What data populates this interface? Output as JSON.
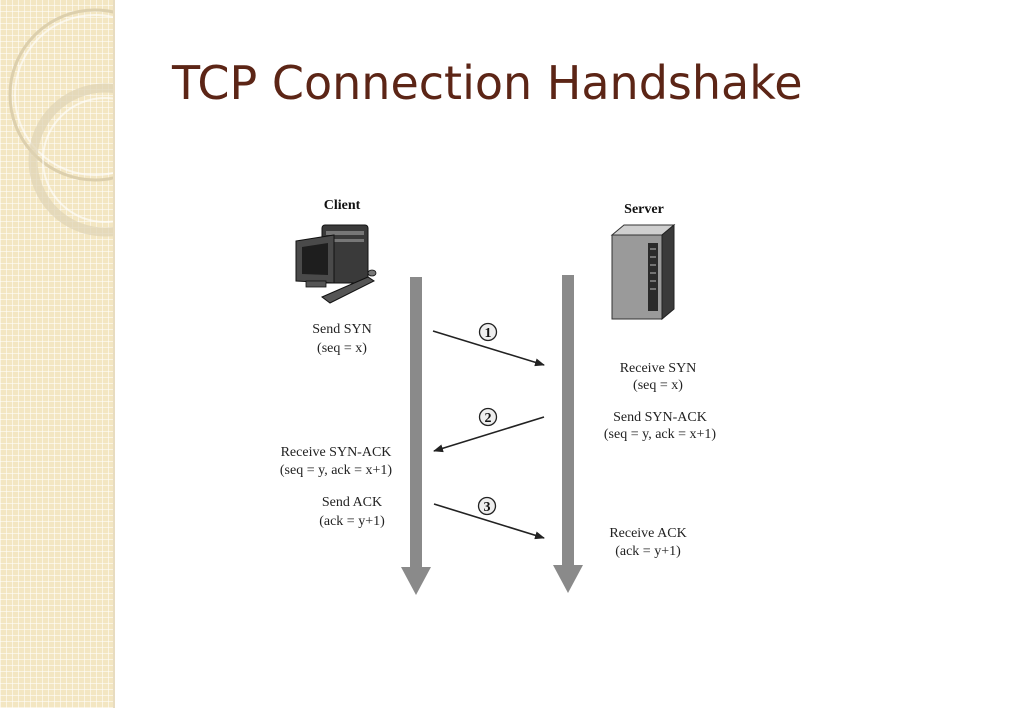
{
  "slide": {
    "title": "TCP Connection Handshake"
  },
  "diagram": {
    "client_label": "Client",
    "server_label": "Server",
    "steps": [
      {
        "number": "1",
        "client_lines": [
          "Send SYN",
          "(seq = x)"
        ],
        "server_lines": [
          "Receive SYN",
          "(seq = x)"
        ],
        "direction": "client-to-server"
      },
      {
        "number": "2",
        "client_lines": [
          "Receive SYN-ACK",
          "(seq = y, ack = x+1)"
        ],
        "server_lines": [
          "Send SYN-ACK",
          "(seq = y, ack = x+1)"
        ],
        "direction": "server-to-client"
      },
      {
        "number": "3",
        "client_lines": [
          "Send ACK",
          "(ack = y+1)"
        ],
        "server_lines": [
          "Receive ACK",
          "(ack = y+1)"
        ],
        "direction": "client-to-server"
      }
    ],
    "icons": {
      "client": "desktop-computer-icon",
      "server": "server-tower-icon"
    },
    "colors": {
      "title": "#5c2516",
      "timeline": "#8a8a8a"
    }
  }
}
